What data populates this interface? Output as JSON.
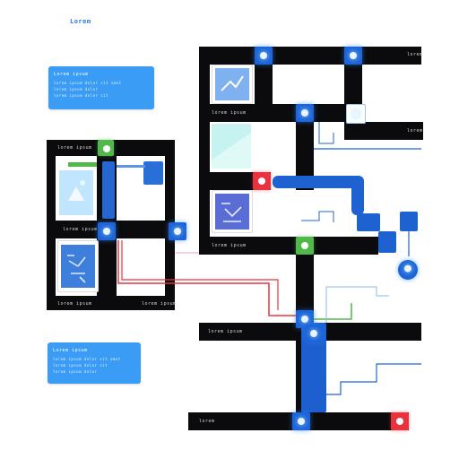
{
  "header": {
    "title": "Lorem"
  },
  "cards": {
    "top_left": {
      "title": "Lorem ipsum",
      "lines": [
        "lorem ipsum dolor sit amet",
        "lorem ipsum dolor",
        "lorem ipsum dolor sit"
      ]
    },
    "bottom_left": {
      "title": "Lorem ipsum",
      "lines": [
        "lorem ipsum dolor sit amet",
        "lorem ipsum dolor sit",
        "lorem ipsum dolor"
      ]
    }
  },
  "labels": {
    "left_panel_top": "lorem ipsum",
    "left_panel_mid": "lorem ipsum",
    "left_panel_bot_a": "lorem ipsum",
    "left_panel_bot_b": "lorem ipsum",
    "right_top_row": "lorem",
    "right_row_2": "lorem ipsum",
    "right_row_3": "lorem",
    "right_row_4": "lorem ipsum",
    "bottom_row_1": "lorem ipsum",
    "bottom_row_2": "lorem"
  },
  "colors": {
    "accent_blue": "#1d64d8",
    "card_blue": "#3b9cf6",
    "alert_red": "#e8333e",
    "ok_green": "#52b84b",
    "bar_black": "#0b0b0d"
  },
  "icons": [
    "diagram-node-icon",
    "image-thumbnail-icon",
    "gear-icon"
  ]
}
